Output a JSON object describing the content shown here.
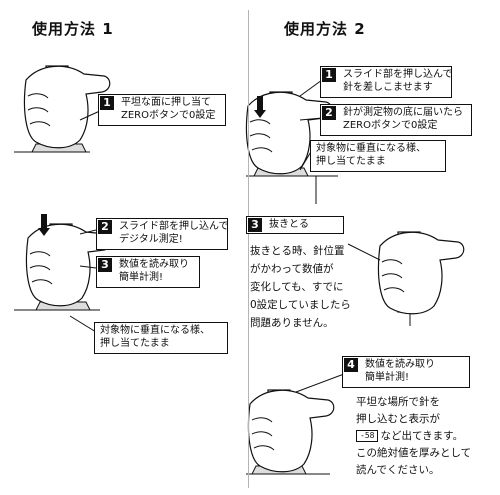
{
  "section1": {
    "title": "使用方法 1",
    "step1": {
      "num": "1",
      "lines": [
        "平坦な面に押し当て",
        "ZEROボタンで0設定"
      ]
    },
    "step2": {
      "num": "2",
      "lines": [
        "スライド部を押し込んで",
        "デジタル測定!"
      ]
    },
    "step3": {
      "num": "3",
      "lines": [
        "数値を読み取り",
        "簡単計測!"
      ]
    },
    "note": {
      "lines": [
        "対象物に垂直になる様、",
        "押し当てたまま"
      ]
    }
  },
  "section2": {
    "title": "使用方法 2",
    "step1": {
      "num": "1",
      "lines": [
        "スライド部を押し込んで",
        "針を差しこませます"
      ]
    },
    "step2": {
      "num": "2",
      "lines": [
        "針が測定物の底に届いたら",
        "ZEROボタンで0設定"
      ]
    },
    "note": {
      "lines": [
        "対象物に垂直になる様、",
        "押し当てたまま"
      ]
    },
    "step3": {
      "num": "3",
      "label": "抜きとる"
    },
    "step3_text": [
      "抜きとる時、針位置",
      "がかわって数値が",
      "変化しても、すでに",
      "0設定していましたら",
      "問題ありません。"
    ],
    "step4": {
      "num": "4",
      "lines": [
        "数値を読み取り",
        "簡単計測!"
      ]
    },
    "step4_text": {
      "line1": "平坦な場所で針を",
      "line2": "押し込むと表示が",
      "display_value": "-58",
      "line3_suffix": "など出てきます。",
      "line4": "この絶対値を厚みとして",
      "line5": "読んでください。"
    }
  }
}
